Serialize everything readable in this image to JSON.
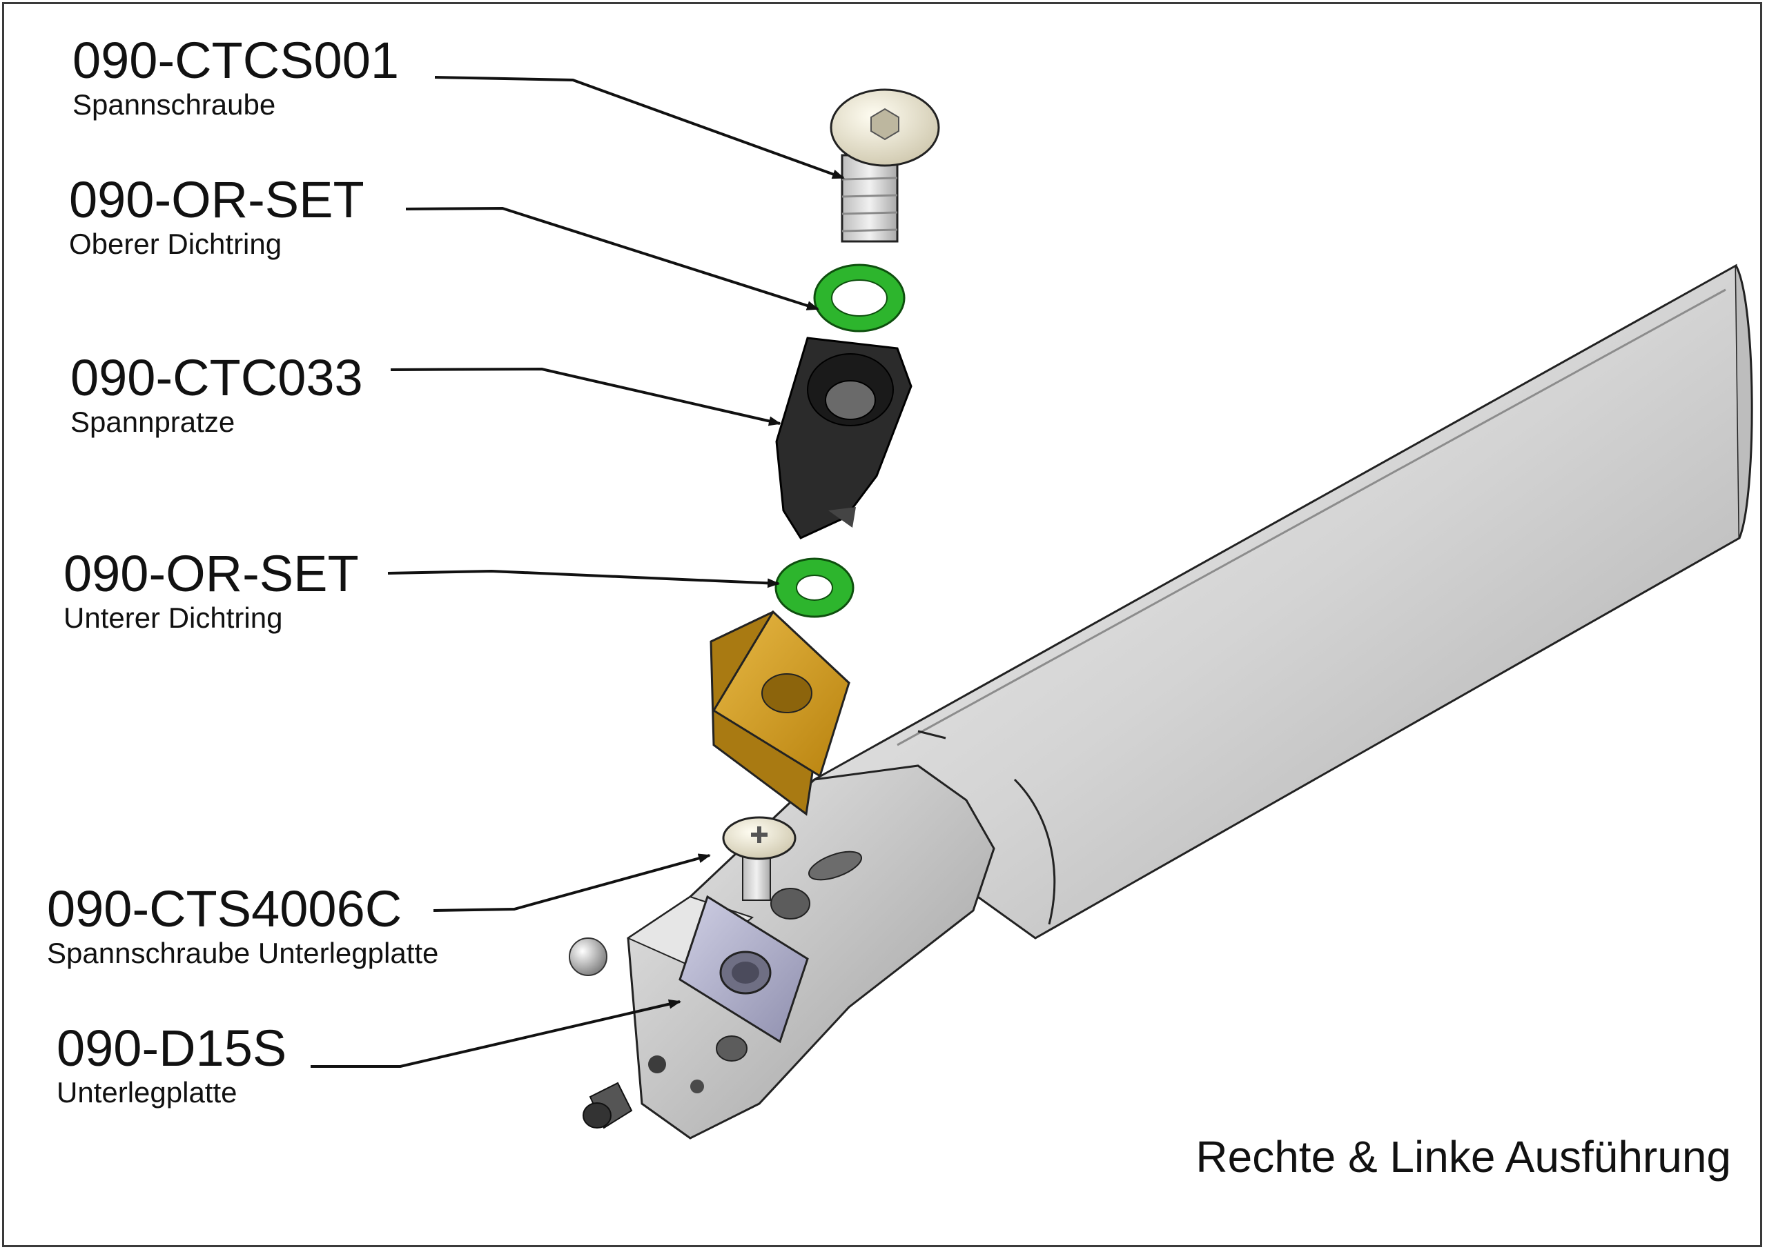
{
  "parts": [
    {
      "part_number": "090-CTCS001",
      "description": "Spannschraube"
    },
    {
      "part_number": "090-OR-SET",
      "description": "Oberer Dichtring"
    },
    {
      "part_number": "090-CTC033",
      "description": "Spannpratze"
    },
    {
      "part_number": "090-OR-SET",
      "description": "Unterer Dichtring"
    },
    {
      "part_number": "090-CTS4006C",
      "description": "Spannschraube Unterlegplatte"
    },
    {
      "part_number": "090-D15S",
      "description": "Unterlegplatte"
    }
  ],
  "footer_note": "Rechte & Linke Ausführung",
  "colors": {
    "seal_ring": "#2db52d",
    "insert": "#d4a21e",
    "clamp": "#2b2b2b",
    "bar": "#d2d2d2",
    "shim": "#a8a8c4",
    "screw": "#e8e3cf"
  }
}
